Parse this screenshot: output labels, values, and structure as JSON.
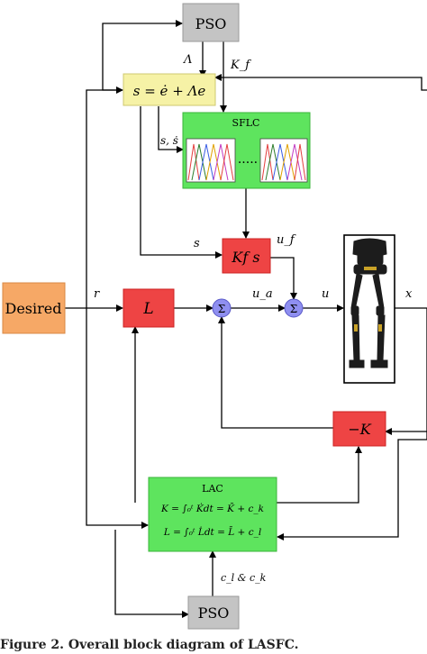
{
  "blocks": {
    "pso_top": "PSO",
    "sliding_surface": "s = ė + Λe",
    "sflc": {
      "title": "SFLC",
      "dots": "....."
    },
    "kfs": "Kf s",
    "desired": "Desired",
    "l_gain": "L",
    "sum_1": "Σ",
    "sum_2": "Σ",
    "neg_k": "−K",
    "lac": {
      "title": "LAC",
      "eq_k": "K = ∫₀ᵗ K̇dt = K̄ + c_k",
      "eq_l": "L = ∫₀ᵗ L̇dt = L̄ + c_l"
    },
    "pso_bottom": "PSO"
  },
  "signals": {
    "lambda": "Λ",
    "kf": "K_f",
    "s_sdot": "s, ṡ",
    "s": "s",
    "uf": "u_f",
    "r": "r",
    "ua": "u_a",
    "u": "u",
    "x": "x",
    "cl_ck": "c_l & c_k"
  },
  "caption": "Figure 2. Overall block diagram of LASFC."
}
